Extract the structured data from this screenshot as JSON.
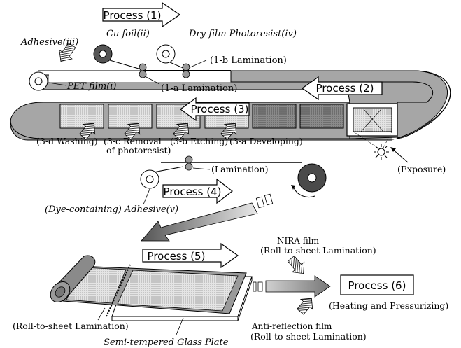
{
  "process_labels": {
    "p1": "Process (1)",
    "p2": "Process (2)",
    "p3": "Process (3)",
    "p4": "Process (4)",
    "p5": "Process (5)",
    "p6": "Process (6)"
  },
  "materials": {
    "adhesive_iii": "Adhesive(iii)",
    "cu_foil": "Cu foil(ii)",
    "dry_film": "Dry-film Photoresist(iv)",
    "pet_film": "PET film(i)",
    "dye_adhesive": "(Dye-containing) Adhesive(v)",
    "nira_film": "NIRA film",
    "anti_reflection": "Anti-reflection film",
    "glass_plate": "Semi-tempered Glass Plate"
  },
  "steps": {
    "lam_1b": "(1-b Lamination)",
    "lam_1a": "(1-a Lamination)",
    "washing": "(3-d Washing)",
    "removal_1": "(3-c Removal",
    "removal_2": "of photoresist)",
    "etching": "(3-b Etching)",
    "developing": "(3-a Developing)",
    "exposure": "(Exposure)",
    "lamination": "(Lamination)",
    "rts_nira": "(Roll-to-sheet Lamination)",
    "rts_left": "(Roll-to-sheet Lamination)",
    "rts_anti": "(Roll-to-sheet Lamination)",
    "heating": "(Heating and Pressurizing)"
  },
  "colors": {
    "belt": "#a6a6a6",
    "panel_dots": "#d2d2d2",
    "panel_dark": "#7f7f7f",
    "arrow_hatch": "#555555"
  }
}
